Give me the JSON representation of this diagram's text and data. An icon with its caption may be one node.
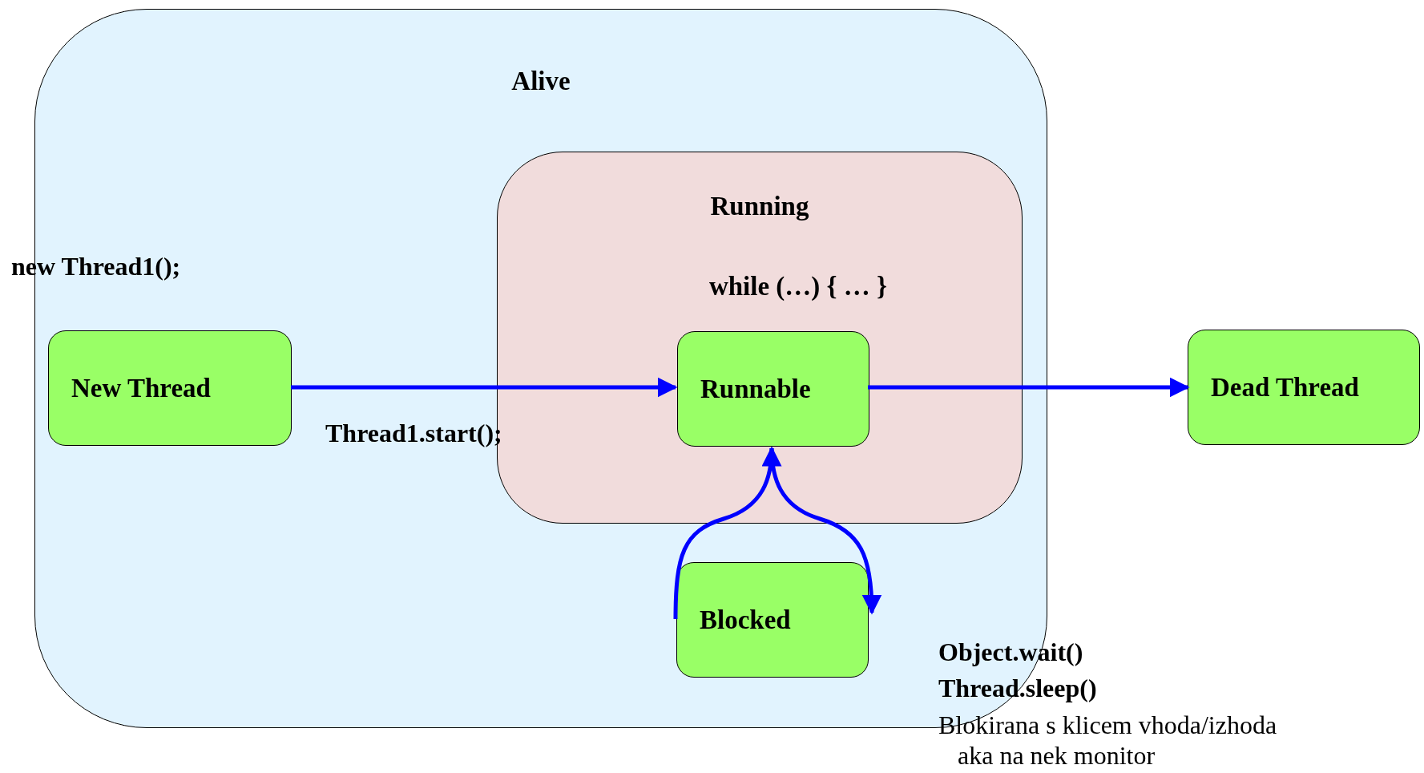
{
  "diagram": {
    "nodes": [
      {
        "text": [
          "Alive"
        ]
      },
      {
        "text": [
          "New Thread"
        ],
        "in": 0
      },
      {
        "text": [
          "Running",
          "while (…) { … }"
        ],
        "in": 0
      },
      {
        "text": [
          "Runnable"
        ],
        "in": 2
      },
      {
        "text": [
          "Blocked"
        ],
        "in": 0
      },
      {
        "text": [
          "Dead Thread"
        ]
      }
    ],
    "edges": [
      {
        "from": 1,
        "to": 3,
        "arrow": "to",
        "label": "Thread1.start();"
      },
      {
        "from": 3,
        "to": 5,
        "arrow": "to"
      },
      {
        "from": 4,
        "to": 3,
        "arrow": "to"
      },
      {
        "from": 3,
        "to": 4,
        "arrow": "to"
      }
    ],
    "labels": [
      "new Thread1();",
      "Object.wait()",
      "Thread.sleep()",
      "Blokirana s klicem vhoda/izhoda aka na nek monitor"
    ]
  }
}
